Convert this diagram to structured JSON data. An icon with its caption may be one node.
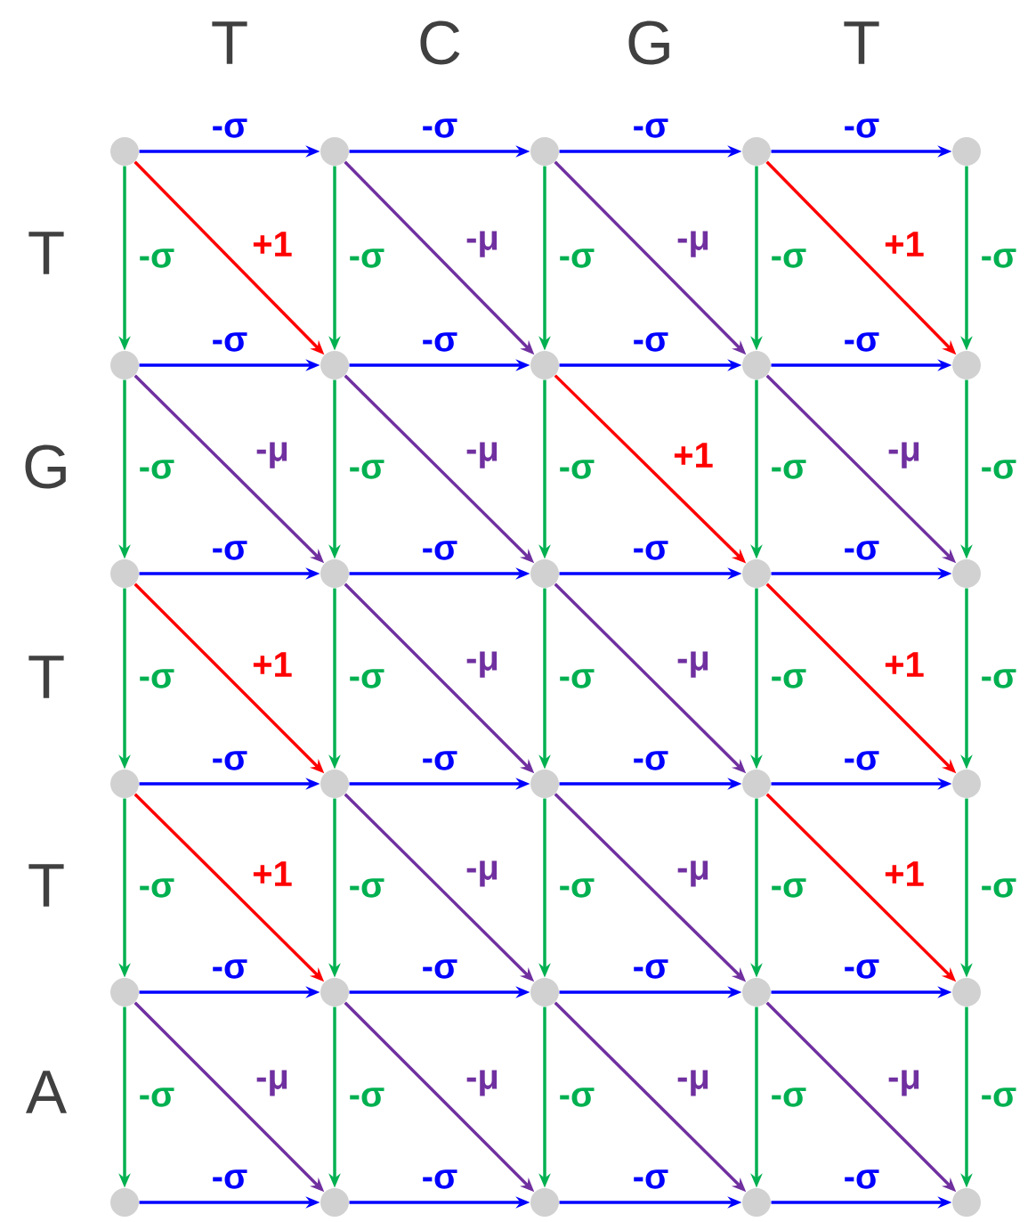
{
  "diagram": {
    "nodes": [
      {
        "text": [],
        "shape": "circle"
      },
      {
        "text": [],
        "shape": "circle"
      },
      {
        "text": [],
        "shape": "circle"
      },
      {
        "text": [],
        "shape": "circle"
      },
      {
        "text": [],
        "shape": "circle"
      },
      {
        "text": [],
        "shape": "circle"
      },
      {
        "text": [],
        "shape": "circle"
      },
      {
        "text": [],
        "shape": "circle"
      },
      {
        "text": [],
        "shape": "circle"
      },
      {
        "text": [],
        "shape": "circle"
      },
      {
        "text": [],
        "shape": "circle"
      },
      {
        "text": [],
        "shape": "circle"
      },
      {
        "text": [],
        "shape": "circle"
      },
      {
        "text": [],
        "shape": "circle"
      },
      {
        "text": [],
        "shape": "circle"
      },
      {
        "text": [],
        "shape": "circle"
      },
      {
        "text": [],
        "shape": "circle"
      },
      {
        "text": [],
        "shape": "circle"
      },
      {
        "text": [],
        "shape": "circle"
      },
      {
        "text": [],
        "shape": "circle"
      },
      {
        "text": [],
        "shape": "circle"
      },
      {
        "text": [],
        "shape": "circle"
      },
      {
        "text": [],
        "shape": "circle"
      },
      {
        "text": [],
        "shape": "circle"
      },
      {
        "text": [],
        "shape": "circle"
      },
      {
        "text": [],
        "shape": "circle"
      },
      {
        "text": [],
        "shape": "circle"
      },
      {
        "text": [],
        "shape": "circle"
      },
      {
        "text": [],
        "shape": "circle"
      },
      {
        "text": [],
        "shape": "circle"
      }
    ],
    "edges": [
      {
        "from": 0,
        "to": 1,
        "arrow": "to",
        "label": "-σ",
        "color": "#0000ff"
      },
      {
        "from": 1,
        "to": 2,
        "arrow": "to",
        "label": "-σ",
        "color": "#0000ff"
      },
      {
        "from": 2,
        "to": 3,
        "arrow": "to",
        "label": "-σ",
        "color": "#0000ff"
      },
      {
        "from": 3,
        "to": 4,
        "arrow": "to",
        "label": "-σ",
        "color": "#0000ff"
      },
      {
        "from": 0,
        "to": 5,
        "arrow": "to",
        "label": "-σ"
      },
      {
        "from": 1,
        "to": 6,
        "arrow": "to",
        "label": "-σ"
      },
      {
        "from": 2,
        "to": 7,
        "arrow": "to",
        "label": "-σ"
      },
      {
        "from": 3,
        "to": 8,
        "arrow": "to",
        "label": "-σ"
      },
      {
        "from": 4,
        "to": 9,
        "arrow": "to",
        "label": "-σ"
      },
      {
        "from": 0,
        "to": 6,
        "arrow": "to",
        "label": "+1",
        "color": "#ff0000"
      },
      {
        "from": 1,
        "to": 7,
        "arrow": "to",
        "label": "-μ",
        "color": "#7030a0"
      },
      {
        "from": 2,
        "to": 8,
        "arrow": "to",
        "label": "-μ",
        "color": "#7030a0"
      },
      {
        "from": 3,
        "to": 9,
        "arrow": "to",
        "label": "+1",
        "color": "#ff0000"
      },
      {
        "from": 5,
        "to": 6,
        "arrow": "to",
        "label": "-σ",
        "color": "#0000ff"
      },
      {
        "from": 6,
        "to": 7,
        "arrow": "to",
        "label": "-σ",
        "color": "#0000ff"
      },
      {
        "from": 7,
        "to": 8,
        "arrow": "to",
        "label": "-σ",
        "color": "#0000ff"
      },
      {
        "from": 8,
        "to": 9,
        "arrow": "to",
        "label": "-σ",
        "color": "#0000ff"
      },
      {
        "from": 5,
        "to": 10,
        "arrow": "to",
        "label": "-σ"
      },
      {
        "from": 6,
        "to": 11,
        "arrow": "to",
        "label": "-σ"
      },
      {
        "from": 7,
        "to": 12,
        "arrow": "to",
        "label": "-σ"
      },
      {
        "from": 8,
        "to": 13,
        "arrow": "to",
        "label": "-σ"
      },
      {
        "from": 9,
        "to": 14,
        "arrow": "to",
        "label": "-σ"
      },
      {
        "from": 5,
        "to": 11,
        "arrow": "to",
        "label": "-μ",
        "color": "#7030a0"
      },
      {
        "from": 6,
        "to": 12,
        "arrow": "to",
        "label": "-μ",
        "color": "#7030a0"
      },
      {
        "from": 7,
        "to": 13,
        "arrow": "to",
        "label": "+1",
        "color": "#ff0000"
      },
      {
        "from": 8,
        "to": 14,
        "arrow": "to",
        "label": "-μ",
        "color": "#7030a0"
      },
      {
        "from": 10,
        "to": 11,
        "arrow": "to",
        "label": "-σ",
        "color": "#0000ff"
      },
      {
        "from": 11,
        "to": 12,
        "arrow": "to",
        "label": "-σ",
        "color": "#0000ff"
      },
      {
        "from": 12,
        "to": 13,
        "arrow": "to",
        "label": "-σ",
        "color": "#0000ff"
      },
      {
        "from": 13,
        "to": 14,
        "arrow": "to",
        "label": "-σ",
        "color": "#0000ff"
      },
      {
        "from": 10,
        "to": 15,
        "arrow": "to",
        "label": "-σ"
      },
      {
        "from": 11,
        "to": 16,
        "arrow": "to",
        "label": "-σ"
      },
      {
        "from": 12,
        "to": 17,
        "arrow": "to",
        "label": "-σ"
      },
      {
        "from": 13,
        "to": 18,
        "arrow": "to",
        "label": "-σ"
      },
      {
        "from": 14,
        "to": 19,
        "arrow": "to",
        "label": "-σ"
      },
      {
        "from": 10,
        "to": 16,
        "arrow": "to",
        "label": "+1",
        "color": "#ff0000"
      },
      {
        "from": 11,
        "to": 17,
        "arrow": "to",
        "label": "-μ",
        "color": "#7030a0"
      },
      {
        "from": 12,
        "to": 18,
        "arrow": "to",
        "label": "-μ",
        "color": "#7030a0"
      },
      {
        "from": 13,
        "to": 19,
        "arrow": "to",
        "label": "+1",
        "color": "#ff0000"
      },
      {
        "from": 15,
        "to": 16,
        "arrow": "to",
        "label": "-σ",
        "color": "#0000ff"
      },
      {
        "from": 16,
        "to": 17,
        "arrow": "to",
        "label": "-σ",
        "color": "#0000ff"
      },
      {
        "from": 17,
        "to": 18,
        "arrow": "to",
        "label": "-σ",
        "color": "#0000ff"
      },
      {
        "from": 18,
        "to": 19,
        "arrow": "to",
        "label": "-σ",
        "color": "#0000ff"
      },
      {
        "from": 15,
        "to": 20,
        "arrow": "to",
        "label": "-σ"
      },
      {
        "from": 16,
        "to": 21,
        "arrow": "to",
        "label": "-σ"
      },
      {
        "from": 17,
        "to": 22,
        "arrow": "to",
        "label": "-σ"
      },
      {
        "from": 18,
        "to": 23,
        "arrow": "to",
        "label": "-σ"
      },
      {
        "from": 19,
        "to": 24,
        "arrow": "to",
        "label": "-σ"
      },
      {
        "from": 15,
        "to": 21,
        "arrow": "to",
        "label": "+1",
        "color": "#ff0000"
      },
      {
        "from": 16,
        "to": 22,
        "arrow": "to",
        "label": "-μ",
        "color": "#7030a0"
      },
      {
        "from": 17,
        "to": 23,
        "arrow": "to",
        "label": "-μ",
        "color": "#7030a0"
      },
      {
        "from": 18,
        "to": 24,
        "arrow": "to",
        "label": "+1",
        "color": "#ff0000"
      },
      {
        "from": 20,
        "to": 21,
        "arrow": "to",
        "label": "-σ",
        "color": "#0000ff"
      },
      {
        "from": 21,
        "to": 22,
        "arrow": "to",
        "label": "-σ",
        "color": "#0000ff"
      },
      {
        "from": 22,
        "to": 23,
        "arrow": "to",
        "label": "-σ",
        "color": "#0000ff"
      },
      {
        "from": 23,
        "to": 24,
        "arrow": "to",
        "label": "-σ",
        "color": "#0000ff"
      },
      {
        "from": 20,
        "to": 25,
        "arrow": "to",
        "label": "-σ"
      },
      {
        "from": 21,
        "to": 26,
        "arrow": "to",
        "label": "-σ"
      },
      {
        "from": 22,
        "to": 27,
        "arrow": "to",
        "label": "-σ"
      },
      {
        "from": 23,
        "to": 28,
        "arrow": "to",
        "label": "-σ"
      },
      {
        "from": 24,
        "to": 29,
        "arrow": "to",
        "label": "-σ"
      },
      {
        "from": 20,
        "to": 26,
        "arrow": "to",
        "label": "-μ",
        "color": "#7030a0"
      },
      {
        "from": 21,
        "to": 27,
        "arrow": "to",
        "label": "-μ",
        "color": "#7030a0"
      },
      {
        "from": 22,
        "to": 28,
        "arrow": "to",
        "label": "-μ",
        "color": "#7030a0"
      },
      {
        "from": 23,
        "to": 29,
        "arrow": "to",
        "label": "-μ",
        "color": "#7030a0"
      },
      {
        "from": 25,
        "to": 26,
        "arrow": "to",
        "label": "-σ",
        "color": "#0000ff"
      },
      {
        "from": 26,
        "to": 27,
        "arrow": "to",
        "label": "-σ",
        "color": "#0000ff"
      },
      {
        "from": 27,
        "to": 28,
        "arrow": "to",
        "label": "-σ",
        "color": "#0000ff"
      },
      {
        "from": 28,
        "to": 29,
        "arrow": "to",
        "label": "-σ",
        "color": "#0000ff"
      }
    ],
    "labels": [
      "T",
      "C",
      "G",
      "T",
      "T",
      "G",
      "T",
      "T",
      "A"
    ]
  }
}
